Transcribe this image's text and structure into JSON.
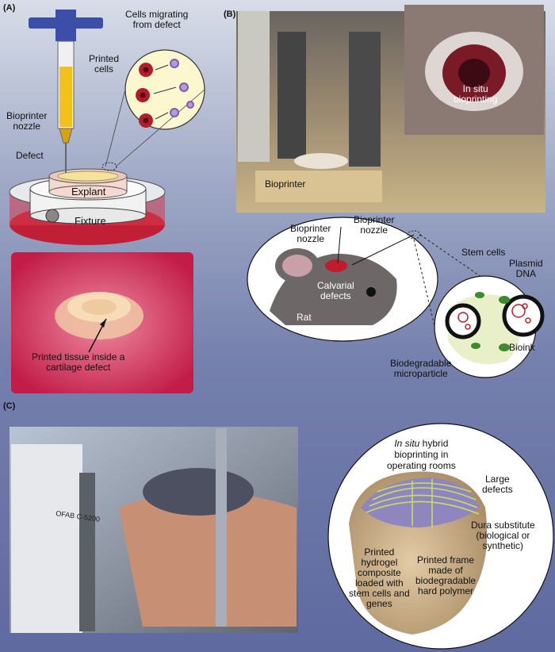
{
  "panels": {
    "a": "(A)",
    "b": "(B)",
    "c": "(C)"
  },
  "panel_a": {
    "cells_migrating": "Cells migrating\nfrom defect",
    "printed_cells": "Printed\ncells",
    "nozzle": "Bioprinter\nnozzle",
    "defect": "Defect",
    "explant": "Explant",
    "fixture": "Fixture",
    "photo_caption": "Printed tissue inside a\ncartilage defect"
  },
  "panel_b": {
    "in_situ": "In situ\nbioprinting",
    "bioprinter": "Bioprinter",
    "nozzle_1": "Bioprinter\nnozzle",
    "nozzle_2": "Bioprinter\nnozzle",
    "calvarial": "Calvarial\ndefects",
    "rat": "Rat",
    "stem_cells": "Stem cells",
    "plasmid": "Plasmid\nDNA",
    "bioink": "Bioink",
    "microparticle": "Biodegradable\nmicroparticle"
  },
  "panel_c": {
    "title_italic": "In situ",
    "title_rest": " hybrid\nbioprinting in\noperating rooms",
    "large_defects": "Large\ndefects",
    "dura": "Dura substitute\n(biological or\nsynthetic)",
    "hydrogel": "Printed\nhydrogel\ncomposite\nloaded with\nstem cells and\ngenes",
    "frame": "Printed frame\nmade of\nbiodegradable\nhard polymer",
    "machine_label": "OFAB C-5200"
  },
  "colors": {
    "background": "#7580ad",
    "defect_red": "#b01e2c",
    "ink_yellow": "#f2c21a"
  }
}
